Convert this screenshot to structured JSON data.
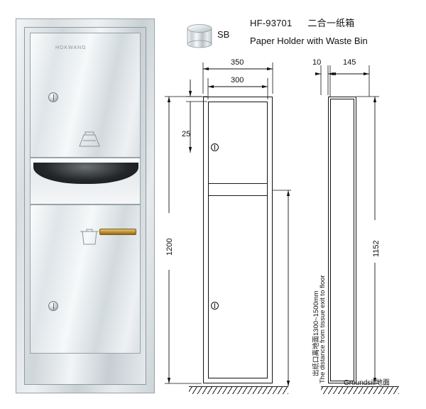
{
  "header": {
    "code": "HF-93701",
    "title_cn": "二合一纸箱",
    "subtitle": "Paper Holder with Waste Bin"
  },
  "finish": {
    "swatch_label": "SB",
    "swatch_name": "stainless-steel-cylinder-swatch"
  },
  "photo": {
    "brand_mark": "HOKWANG",
    "paper_icon": "paper-towel-icon",
    "bin_icon": "waste-bin-icon",
    "lock_icon": "cylinder-lock-icon",
    "handle_label": ""
  },
  "front_view": {
    "dim_outer_width": "350",
    "dim_inner_width": "300",
    "dim_top_offset": "25",
    "dim_height": "1200",
    "note_cn": "出纸口离地面1300~1500mm",
    "note_en": "The distance from tissue exit to floor"
  },
  "side_view": {
    "dim_flange": "10",
    "dim_depth": "145",
    "dim_height": "1152",
    "ground_label": "Groundsill地面"
  }
}
